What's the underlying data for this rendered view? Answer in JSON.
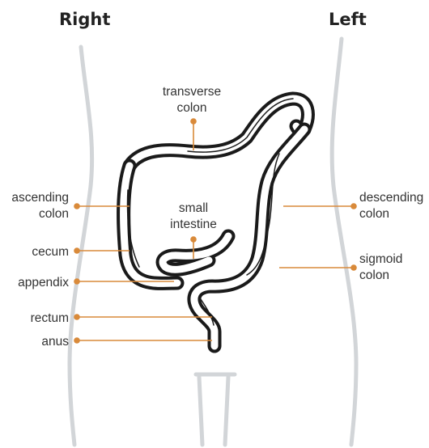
{
  "headings": {
    "right": "Right",
    "left": "Left"
  },
  "labels": {
    "transverse_colon": [
      "transverse",
      "colon"
    ],
    "ascending_colon": [
      "ascending",
      "colon"
    ],
    "small_intestine": [
      "small",
      "intestine"
    ],
    "descending_colon": [
      "descending",
      "colon"
    ],
    "cecum": "cecum",
    "appendix": "appendix",
    "sigmoid_colon": [
      "sigmoid",
      "colon"
    ],
    "rectum": "rectum",
    "anus": "anus"
  },
  "colors": {
    "leader": "#d98a3a",
    "organ_outline": "#1a1a1a",
    "body_outline": "#d2d5d8"
  }
}
